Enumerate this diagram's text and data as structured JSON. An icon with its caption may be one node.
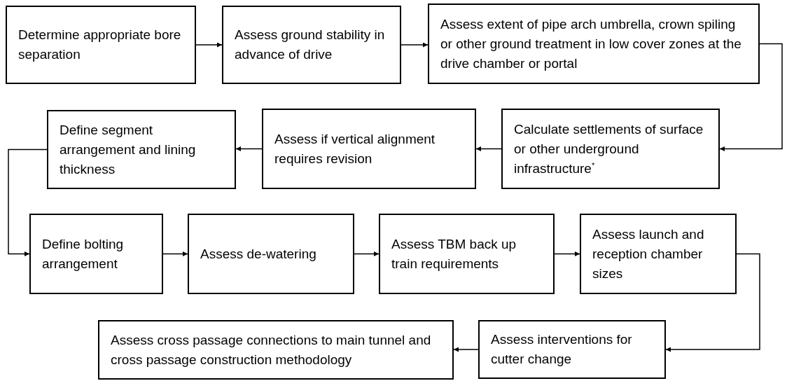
{
  "diagram": {
    "nodes": [
      {
        "text": [
          "Determine appropriate bore separation"
        ]
      },
      {
        "text": [
          "Assess ground stability in advance of drive"
        ]
      },
      {
        "text": [
          "Assess extent of pipe arch umbrella, crown spiling or other ground treatment in low cover zones at the drive chamber or portal"
        ]
      },
      {
        "text": [
          "Calculate settlements of surface or other underground infrastructure$^{*}$"
        ]
      },
      {
        "text": [
          "Assess if vertical alignment requires revision"
        ]
      },
      {
        "text": [
          "Define segment arrangement and lining thickness"
        ]
      },
      {
        "text": [
          "Define bolting arrangement"
        ]
      },
      {
        "text": [
          "Assess de-watering"
        ]
      },
      {
        "text": [
          "Assess TBM back up train requirements"
        ]
      },
      {
        "text": [
          "Assess launch and reception chamber sizes"
        ]
      },
      {
        "text": [
          "Assess interventions for cutter change"
        ]
      },
      {
        "text": [
          "Assess cross passage connections to main tunnel and cross passage construction methodology"
        ]
      }
    ],
    "edges": [
      {
        "from": 0,
        "to": 1,
        "arrow": "to"
      },
      {
        "from": 1,
        "to": 2,
        "arrow": "to"
      },
      {
        "from": 2,
        "to": 3,
        "arrow": "to"
      },
      {
        "from": 3,
        "to": 4,
        "arrow": "to"
      },
      {
        "from": 4,
        "to": 5,
        "arrow": "to"
      },
      {
        "from": 5,
        "to": 6,
        "arrow": "to"
      },
      {
        "from": 6,
        "to": 7,
        "arrow": "to"
      },
      {
        "from": 7,
        "to": 8,
        "arrow": "to"
      },
      {
        "from": 8,
        "to": 9,
        "arrow": "to"
      },
      {
        "from": 9,
        "to": 10,
        "arrow": "to"
      },
      {
        "from": 10,
        "to": 11,
        "arrow": "to"
      }
    ]
  }
}
